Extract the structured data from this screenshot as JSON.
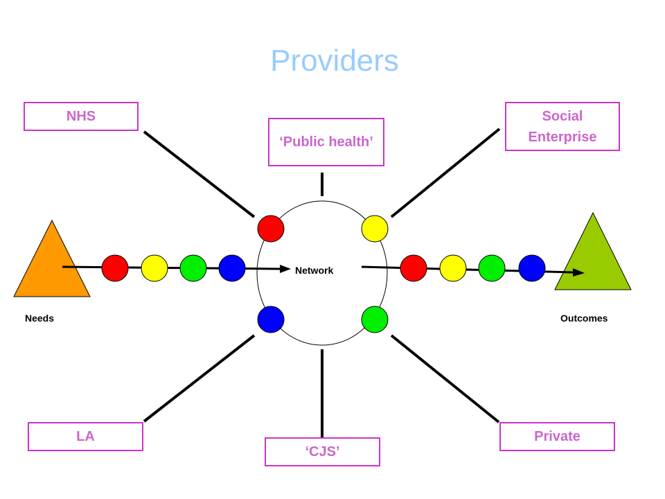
{
  "title": "Providers",
  "providers": {
    "nhs": "NHS",
    "public_health": "‘Public health’",
    "social_enterprise": "Social Enterprise",
    "la": "LA",
    "cjs": "‘CJS’",
    "private": "Private"
  },
  "labels": {
    "network": "Network",
    "needs": "Needs",
    "outcomes": "Outcomes"
  },
  "colors": {
    "title": "#99ccff",
    "box_border": "#cc33cc",
    "box_text": "#cc66cc",
    "needs_triangle": "#ff9900",
    "outcomes_triangle": "#99cc00",
    "red": "#ff0000",
    "yellow": "#ffff00",
    "green": "#00ee00",
    "blue": "#0000ff"
  }
}
